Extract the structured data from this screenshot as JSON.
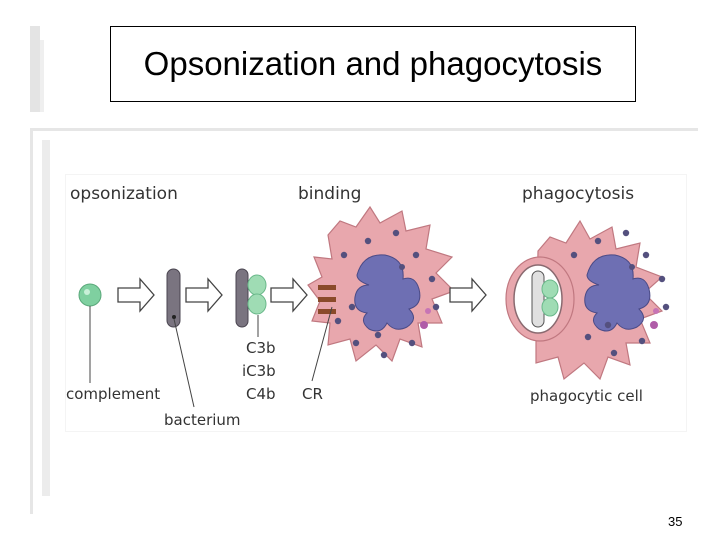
{
  "slide": {
    "title": "Opsonization and phagocytosis",
    "page_number": "35"
  },
  "diagram": {
    "stage_labels": {
      "opsonization": "opsonization",
      "binding": "binding",
      "phagocytosis": "phagocytosis"
    },
    "labels": {
      "complement": "complement",
      "bacterium": "bacterium",
      "c3b": "C3b",
      "ic3b": "iC3b",
      "c4b": "C4b",
      "cr": "CR",
      "phagocytic_cell": "phagocytic cell"
    },
    "colors": {
      "complement_green": "#7fd0a0",
      "bacterium_gray": "#7a7480",
      "cell_pink": "#e8a7ad",
      "nucleus_blue": "#6e6fb3",
      "granule_purple": "#54507e",
      "receptor_brown": "#8a4a2a"
    }
  }
}
